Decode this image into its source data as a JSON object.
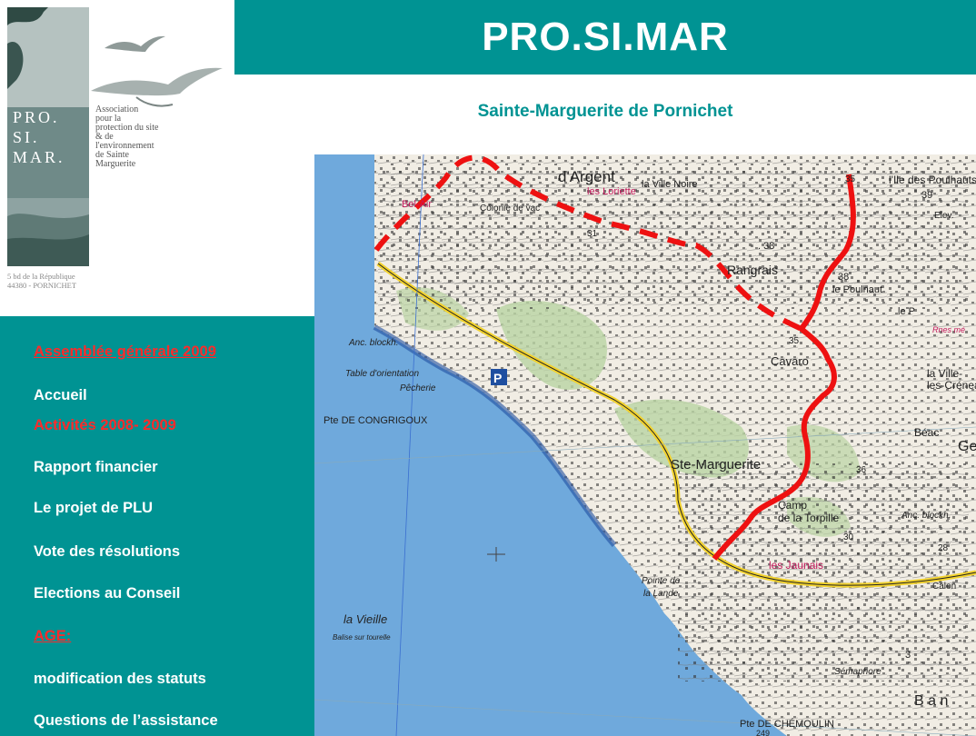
{
  "logo": {
    "mark_lines": [
      "PRO.",
      "SI.",
      "MAR."
    ],
    "description_lines": [
      "Association",
      "pour la",
      "protection du site",
      "& de",
      "l'environnement",
      "de Sainte",
      "Marguerite"
    ],
    "address_lines": [
      "5 bd de la République",
      "44380 - PORNICHET"
    ]
  },
  "header": {
    "title": "PRO.SI.MAR",
    "subtitle": "Sainte-Marguerite de Pornichet"
  },
  "menu": [
    {
      "label": "Assemblée générale 2009",
      "style": "red-underline"
    },
    {
      "label": "Accueil",
      "style": "white"
    },
    {
      "label": "Activités 2008- 2009",
      "style": "red"
    },
    {
      "label": "Rapport financier",
      "style": "white"
    },
    {
      "label": "Le projet de PLU",
      "style": "white"
    },
    {
      "label": "Vote des résolutions",
      "style": "white"
    },
    {
      "label": "Elections au Conseil",
      "style": "white"
    },
    {
      "label": "AGE:",
      "style": "red-underline"
    },
    {
      "label": "modification des statuts",
      "style": "white"
    },
    {
      "label": "Questions de l’assistance",
      "style": "white"
    }
  ],
  "map_labels": {
    "argent": "d'Argent",
    "loriette": "les Loriette",
    "ville_noire": "la Ville Noire",
    "ile_poulhauts": "l'Ile des Poulhauts",
    "n39": "39",
    "elev": "Elev.",
    "belair": "Bel-Air",
    "colonie": "Colonie de vac",
    "n31": "31",
    "n38a": ". 38",
    "rangrais": "Rangrais",
    "n38b": "38",
    "poulhaut": "le Poulhaut",
    "n35a": "35",
    "n35b": "35",
    "blockh1": "Anc. blockh.",
    "cavaro": "Cavaro",
    "la_ville": "la Ville-",
    "les_crenea": "les-Crénea",
    "table_orient": "Table d'orientation",
    "pecherie": "Pêcherie",
    "congrigoux": "Pte DE CONGRIGOUX",
    "p": "P",
    "beac": "Béac",
    "ste_marguerite": "Ste-Marguerite",
    "n36": "36",
    "camp": "Camp",
    "torpille": "de la Torpille",
    "blockh2": "Anc. blockh.",
    "n28": "28",
    "n30": "30",
    "jaunais": "les Jaunais",
    "pointe_lande1": "Pointe de",
    "pointe_lande2": "la Lande",
    "calon": "Calon",
    "vieille": "la Vieille",
    "balise": "Balise sur tourelle",
    "semaphore": "Sémaphore",
    "n3": "3",
    "ban": "B a n",
    "chemoulin": "Pte DE CHÉMOULIN",
    "n249": "249",
    "ge": "Ge",
    "le_p": "le P",
    "rnes": "Rnes mé"
  },
  "colors": {
    "teal": "#009393",
    "menu_red": "#ff2a2a",
    "boundary_red": "#ee1111",
    "sea": "#6fa9dc",
    "land": "#f1ede4"
  }
}
